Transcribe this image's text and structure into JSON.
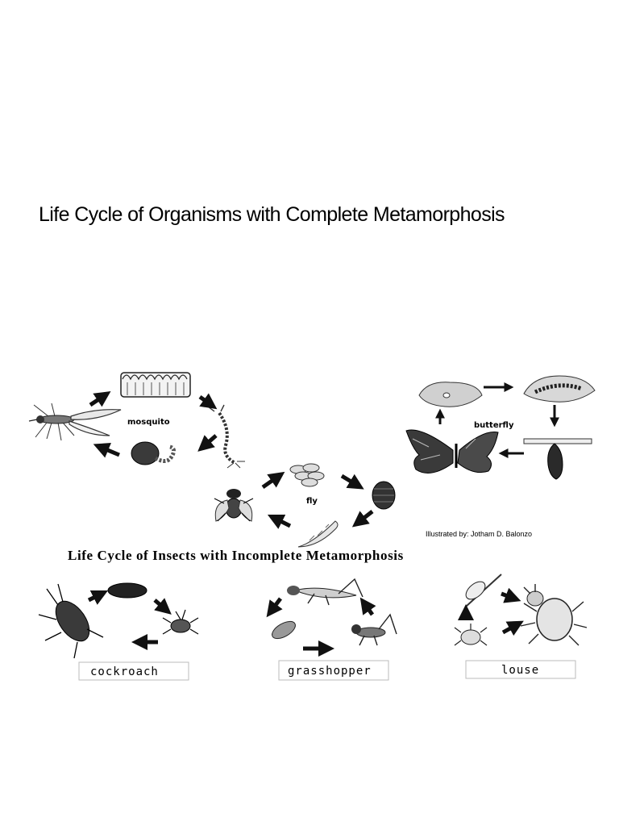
{
  "title": "Life Cycle of Organisms with Complete Metamorphosis",
  "complete": {
    "mosquito": "mosquito",
    "butterfly": "butterfly",
    "fly": "fly",
    "credit": "Illustrated by: Jotham D. Balonzo"
  },
  "incomplete": {
    "heading": "Life Cycle of Insects with Incomplete Metamorphosis",
    "cockroach": "cockroach",
    "grasshopper": "grasshopper",
    "louse": "louse"
  }
}
